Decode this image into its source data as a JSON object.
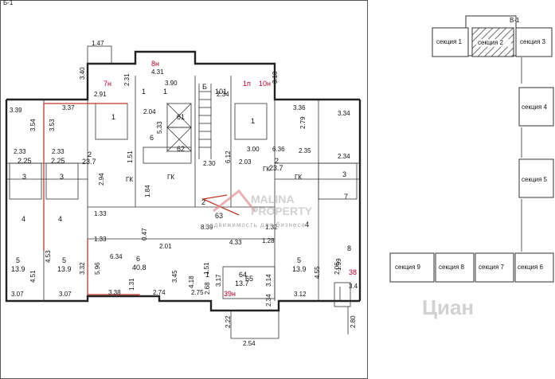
{
  "plan": {
    "header_fragment": "Б-1",
    "rooms": [
      {
        "id": "r1a",
        "number": "1",
        "area": ""
      },
      {
        "id": "r1b",
        "number": "1",
        "area": ""
      },
      {
        "id": "r1c",
        "number": "1",
        "area": ""
      },
      {
        "id": "r1d",
        "number": "1",
        "area": ""
      },
      {
        "id": "r1e",
        "number": "1",
        "area": ""
      },
      {
        "id": "r2a",
        "number": "2",
        "area": "23.7"
      },
      {
        "id": "r2b",
        "number": "2",
        "area": "23.7"
      },
      {
        "id": "r2c",
        "number": "2",
        "area": ""
      },
      {
        "id": "r3a",
        "number": "3",
        "area": "2.25"
      },
      {
        "id": "r3b",
        "number": "3",
        "area": "2.25"
      },
      {
        "id": "r3c",
        "number": "3",
        "area": ""
      },
      {
        "id": "r4a",
        "number": "4",
        "area": ""
      },
      {
        "id": "r4b",
        "number": "4",
        "area": ""
      },
      {
        "id": "r4c",
        "number": "4",
        "area": ""
      },
      {
        "id": "r5a",
        "number": "5",
        "area": "13.9"
      },
      {
        "id": "r5b",
        "number": "5",
        "area": "13.9"
      },
      {
        "id": "r5c",
        "number": "5",
        "area": "13.9"
      },
      {
        "id": "r6a",
        "number": "6",
        "area": ""
      },
      {
        "id": "r6b",
        "number": "6",
        "area": "40.8"
      },
      {
        "id": "r7",
        "number": "7",
        "area": ""
      },
      {
        "id": "r8",
        "number": "8",
        "area": ""
      },
      {
        "id": "r101",
        "number": "101",
        "area": ""
      },
      {
        "id": "r61",
        "number": "61",
        "area": ""
      },
      {
        "id": "r62",
        "number": "62",
        "area": ""
      },
      {
        "id": "r63",
        "number": "63",
        "area": ""
      },
      {
        "id": "r64",
        "number": "64",
        "area": "13.7"
      },
      {
        "id": "r65",
        "number": "65",
        "area": ""
      }
    ],
    "stair_label": "Б",
    "premise_labels": [
      "7н",
      "8н",
      "1п",
      "10н",
      "39н",
      "38"
    ],
    "dimensions": [
      "1.47",
      "3.40",
      "2.31",
      "4.31",
      "3.90",
      "3.10",
      "2.91",
      "3.37",
      "3.39",
      "3.54",
      "3.53",
      "2.04",
      "2.34",
      "3.36",
      "3.34",
      "2.79",
      "5.33",
      "2.33",
      "2.33",
      "1.51",
      "2.30",
      "2.03",
      "6.36",
      "2.35",
      "2.34",
      "2.94",
      "1.84",
      "1.33",
      "0.47",
      "2.01",
      "8.39",
      "1.32",
      "4.33",
      "1.28",
      "1.33",
      "5.96",
      "4.53",
      "4.51",
      "3.32",
      "6.34",
      "3.17",
      "3.14",
      "4.55",
      "2.06",
      "3.07",
      "3.07",
      "1.31",
      "3.45",
      "4.18",
      "1.51",
      "2.68",
      "2.34",
      "3.12",
      "1.99",
      "3.38",
      "2.74",
      "2.75",
      "2.22",
      "2.80",
      "2.54",
      "6.12",
      "3.00",
      "3.4"
    ],
    "small_labels": [
      "ГК",
      "ГК",
      "ГК",
      "ГК"
    ]
  },
  "watermark": {
    "line1": "MALINA",
    "line2": "PROPERTY",
    "line3": "недвижимость для бизнеса",
    "corner": "Циан"
  },
  "key_plan": {
    "building_label": "В-1",
    "sections": [
      "секция 1",
      "секция 2",
      "секция 3",
      "секция 4",
      "секция 5",
      "секция 6",
      "секция 7",
      "секция 8",
      "секция 9"
    ],
    "highlighted_section": "секция 2"
  }
}
